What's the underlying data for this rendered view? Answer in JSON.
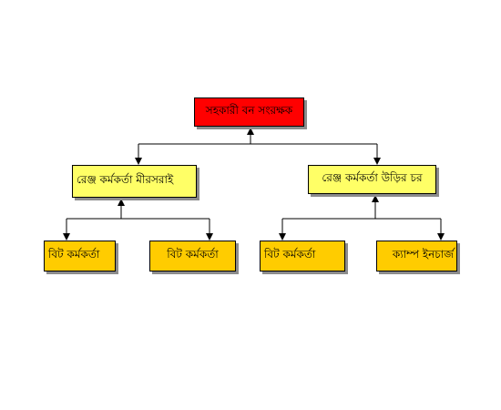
{
  "colors": {
    "root_fill": "#ff0000",
    "manager_fill": "#ffff66",
    "staff_fill": "#ffcc00",
    "connector": "#000000"
  },
  "org_chart": {
    "root": {
      "label": "সহকারী বন সংরক্ষক"
    },
    "managers": [
      {
        "label": "রেঞ্জ কর্মকর্তা মীরসরাই",
        "staff": [
          {
            "label": "বিট কর্মকর্তা"
          },
          {
            "label": "বিট কর্মকর্তা"
          }
        ]
      },
      {
        "label": "রেঞ্জ কর্মকর্তা উড়ির চর",
        "staff": [
          {
            "label": "বিট কর্মকর্তা"
          },
          {
            "label": "ক্যাম্প ইনচার্জ"
          }
        ]
      }
    ]
  }
}
